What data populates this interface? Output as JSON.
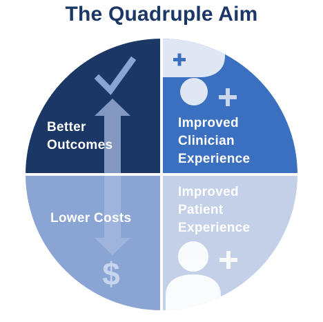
{
  "title": "The Quadruple Aim",
  "colors": {
    "title": "#1a3766",
    "top_left": "#1a3766",
    "top_right": "#3b70c0",
    "bottom_left": "#8aa4d4",
    "bottom_right": "#c3d0e8",
    "text_light": "#ffffff"
  },
  "quadrants": {
    "top_left": {
      "lines": [
        "Better",
        "Outcomes"
      ],
      "icon": "check-icon"
    },
    "top_right": {
      "lines": [
        "Improved",
        "Clinician",
        "Experience"
      ],
      "icon": "clinician-plus-icon"
    },
    "bottom_left": {
      "lines": [
        "Lower Costs"
      ],
      "icon": "dollar-icon"
    },
    "bottom_right": {
      "lines": [
        "Improved",
        "Patient",
        "Experience"
      ],
      "icon": "patient-plus-icon"
    }
  },
  "center_arrow": {
    "icon": "double-arrow-icon"
  },
  "dollar_symbol": "$"
}
